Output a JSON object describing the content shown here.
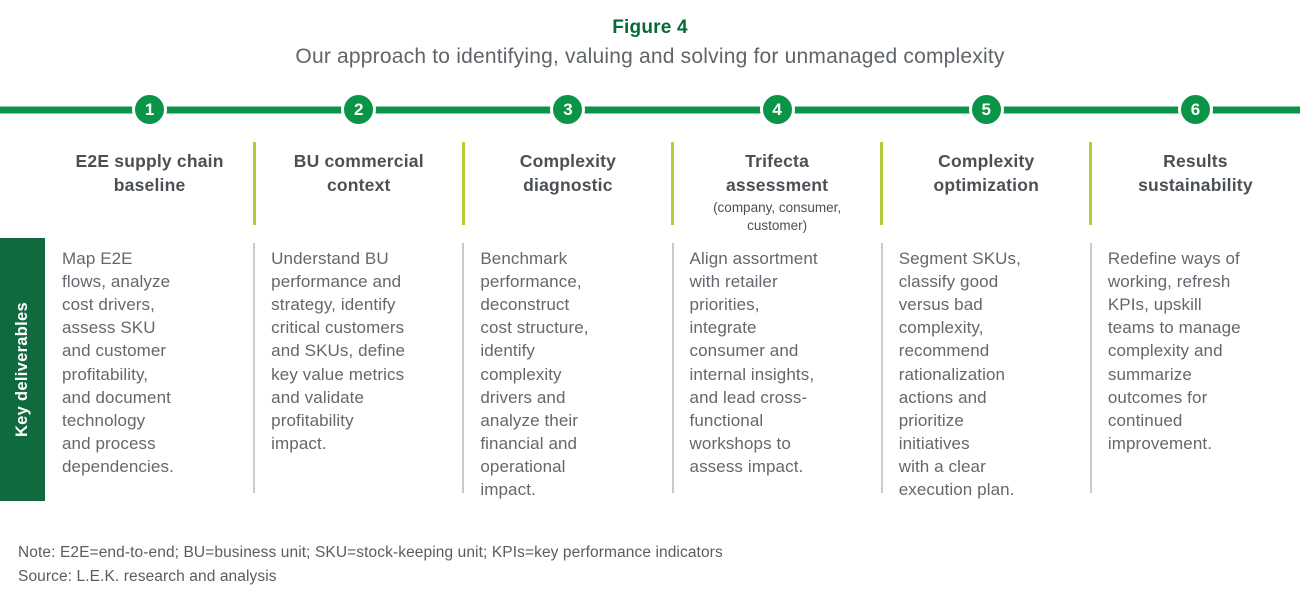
{
  "figure": {
    "label": "Figure 4",
    "title": "Our approach to identifying, valuing and solving for unmanaged complexity"
  },
  "colors": {
    "timeline_green": "#0a9447",
    "dark_green": "#046a38",
    "sidebar_green": "#0f6a3e",
    "lime_divider": "#b4cc35",
    "gray_divider": "#c9cbcd",
    "header_text": "#4b5055",
    "body_text": "#63686d"
  },
  "sidebar": {
    "label": "Key deliverables"
  },
  "steps": [
    {
      "number": "1",
      "title": "E2E supply chain\nbaseline",
      "subtitle": "",
      "deliverable": "Map E2E\nflows, analyze\ncost drivers,\nassess SKU\nand customer\nprofitability,\nand document\ntechnology\nand process\ndependencies."
    },
    {
      "number": "2",
      "title": "BU commercial\ncontext",
      "subtitle": "",
      "deliverable": "Understand BU\nperformance and\nstrategy, identify\ncritical customers\nand SKUs, define\nkey value metrics\nand validate\nprofitability\nimpact."
    },
    {
      "number": "3",
      "title": "Complexity\ndiagnostic",
      "subtitle": "",
      "deliverable": "Benchmark\nperformance,\ndeconstruct\ncost structure,\nidentify\ncomplexity\ndrivers and\nanalyze their\nfinancial and\noperational\nimpact."
    },
    {
      "number": "4",
      "title": "Trifecta\nassessment",
      "subtitle": "(company, consumer,\ncustomer)",
      "deliverable": "Align assortment\nwith retailer\npriorities,\nintegrate\nconsumer and\ninternal insights,\nand lead cross-\nfunctional\nworkshops to\nassess impact."
    },
    {
      "number": "5",
      "title": "Complexity\noptimization",
      "subtitle": "",
      "deliverable": "Segment SKUs,\nclassify good\nversus bad\ncomplexity,\nrecommend\nrationalization\nactions and\nprioritize\ninitiatives\nwith a clear\nexecution plan."
    },
    {
      "number": "6",
      "title": "Results\nsustainability",
      "subtitle": "",
      "deliverable": "Redefine ways of\nworking, refresh\nKPIs, upskill\nteams to manage\ncomplexity and\nsummarize\noutcomes for\ncontinued\nimprovement."
    }
  ],
  "footer": {
    "note": "Note: E2E=end-to-end; BU=business unit; SKU=stock-keeping unit; KPIs=key performance indicators",
    "source": "Source: L.E.K. research and analysis"
  }
}
